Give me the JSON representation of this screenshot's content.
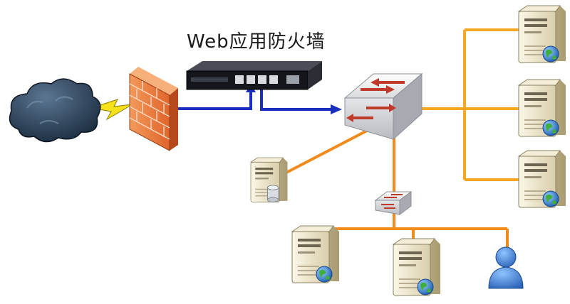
{
  "diagram": {
    "title": "Web应用防火墙",
    "nodes": [
      {
        "id": "internet",
        "icon": "cloud-icon"
      },
      {
        "id": "firewall",
        "icon": "brick-firewall-icon"
      },
      {
        "id": "waf",
        "icon": "rack-appliance-icon"
      },
      {
        "id": "core-switch",
        "icon": "switch-icon"
      },
      {
        "id": "web-server-1",
        "icon": "server-globe-icon"
      },
      {
        "id": "web-server-2",
        "icon": "server-globe-icon"
      },
      {
        "id": "web-server-3",
        "icon": "server-globe-icon"
      },
      {
        "id": "db-server",
        "icon": "server-database-icon"
      },
      {
        "id": "access-switch",
        "icon": "switch-icon"
      },
      {
        "id": "lan-server-1",
        "icon": "server-globe-icon"
      },
      {
        "id": "lan-server-2",
        "icon": "server-globe-icon"
      },
      {
        "id": "user",
        "icon": "user-icon"
      }
    ],
    "colors": {
      "link_blue": "#1b2fbf",
      "link_orange": "#f28a1c",
      "link_amber": "#f5a623",
      "firewall_brick": "#e8743a",
      "server_body": "#ece3c8",
      "switch_arrow": "#c0392b"
    }
  }
}
